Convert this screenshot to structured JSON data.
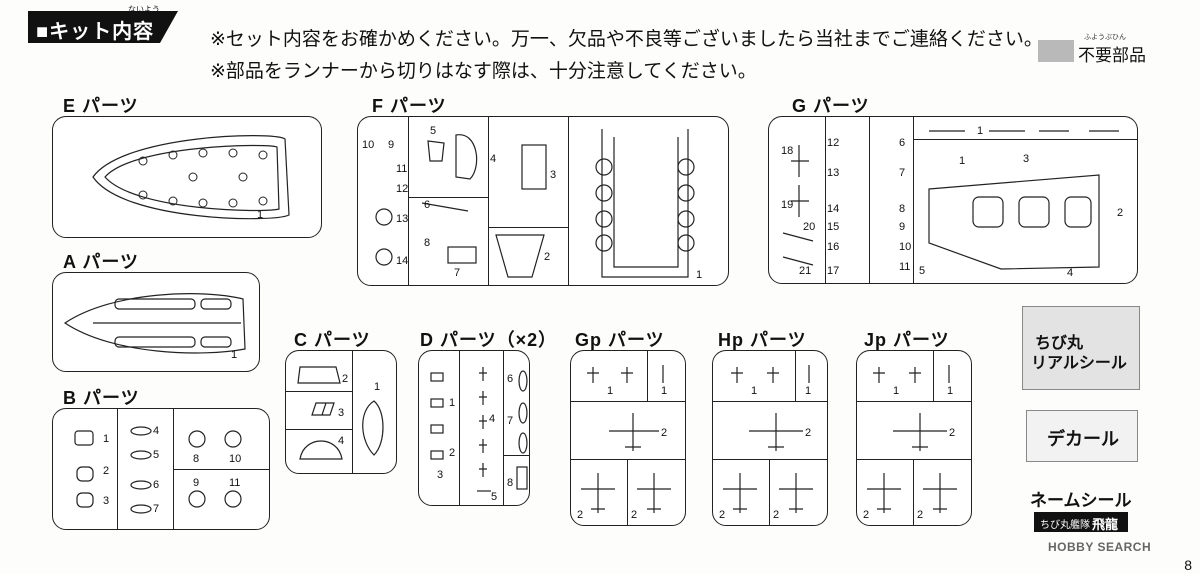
{
  "header": {
    "title": "■キット内容",
    "ruby": "ないよう"
  },
  "notes": {
    "line1": "※セット内容をお確かめください。万一、欠品や不良等ございましたら当社までご連絡ください。",
    "line2": "※部品をランナーから切りはなす際は、十分注意してください。"
  },
  "legend": {
    "label": "不要部品",
    "ruby": "ふようぶひん",
    "swatch_color": "#b9b9b9"
  },
  "runners": {
    "E": {
      "title": "E パーツ",
      "nums": [
        "1"
      ]
    },
    "A": {
      "title": "A パーツ",
      "nums": [
        "1"
      ]
    },
    "B": {
      "title": "B パーツ",
      "nums": [
        "1",
        "2",
        "3",
        "4",
        "5",
        "6",
        "7",
        "8",
        "10",
        "9",
        "11"
      ]
    },
    "F": {
      "title": "F パーツ",
      "nums": [
        "10",
        "9",
        "5",
        "11",
        "12",
        "4",
        "3",
        "6",
        "13",
        "8",
        "14",
        "7",
        "2",
        "1"
      ]
    },
    "G": {
      "title": "G パーツ",
      "nums": [
        "18",
        "12",
        "6",
        "1",
        "1",
        "3",
        "13",
        "7",
        "19",
        "20",
        "14",
        "8",
        "2",
        "15",
        "9",
        "16",
        "10",
        "21",
        "17",
        "11",
        "5",
        "4"
      ]
    },
    "C": {
      "title": "C パーツ",
      "nums": [
        "2",
        "1",
        "3",
        "4"
      ]
    },
    "D": {
      "title": "D パーツ（×2）",
      "nums": [
        "6",
        "1",
        "4",
        "7",
        "2",
        "3",
        "8",
        "5"
      ]
    },
    "Gp": {
      "title": "Gp パーツ",
      "nums": [
        "1",
        "1",
        "2",
        "2",
        "2"
      ]
    },
    "Hp": {
      "title": "Hp パーツ",
      "nums": [
        "1",
        "1",
        "2",
        "2",
        "2"
      ]
    },
    "Jp": {
      "title": "Jp パーツ",
      "nums": [
        "1",
        "1",
        "2",
        "2",
        "2"
      ]
    }
  },
  "stickers": {
    "real_seal": {
      "line1": "ちび丸",
      "line2": "リアルシール"
    },
    "decal": "デカール",
    "name_seal": "ネームシール",
    "name_plate_small": "ちび丸艦隊",
    "name_plate_big": "飛龍"
  },
  "watermark": "HOBBY SEARCH",
  "page_number": "8"
}
